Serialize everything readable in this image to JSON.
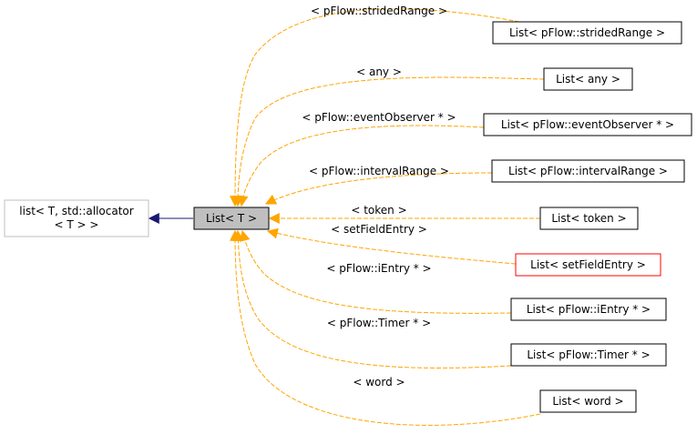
{
  "colors": {
    "inheritance_edge": "#191970",
    "template_edge": "#ffa500",
    "focus_fill": "#bfbfbf",
    "external_border": "#bfbfbf",
    "normal_border": "#000000",
    "undocumented_border": "#ff0000"
  },
  "base_node": {
    "line1": "list< T, std::allocator",
    "line2": "< T > >"
  },
  "focus_node": {
    "label": "List< T >"
  },
  "instantiations": [
    {
      "edge_label": "< pFlow::stridedRange >",
      "node_label": "List< pFlow::stridedRange >"
    },
    {
      "edge_label": "< any >",
      "node_label": "List< any >"
    },
    {
      "edge_label": "< pFlow::eventObserver * >",
      "node_label": "List< pFlow::eventObserver * >"
    },
    {
      "edge_label": "< pFlow::intervalRange >",
      "node_label": "List< pFlow::intervalRange >"
    },
    {
      "edge_label": "< token >",
      "node_label": "List< token >"
    },
    {
      "edge_label": "< setFieldEntry >",
      "node_label": "List< setFieldEntry >"
    },
    {
      "edge_label": "< pFlow::iEntry * >",
      "node_label": "List< pFlow::iEntry * >"
    },
    {
      "edge_label": "< pFlow::Timer * >",
      "node_label": "List< pFlow::Timer * >"
    },
    {
      "edge_label": "< word >",
      "node_label": "List< word >"
    }
  ]
}
